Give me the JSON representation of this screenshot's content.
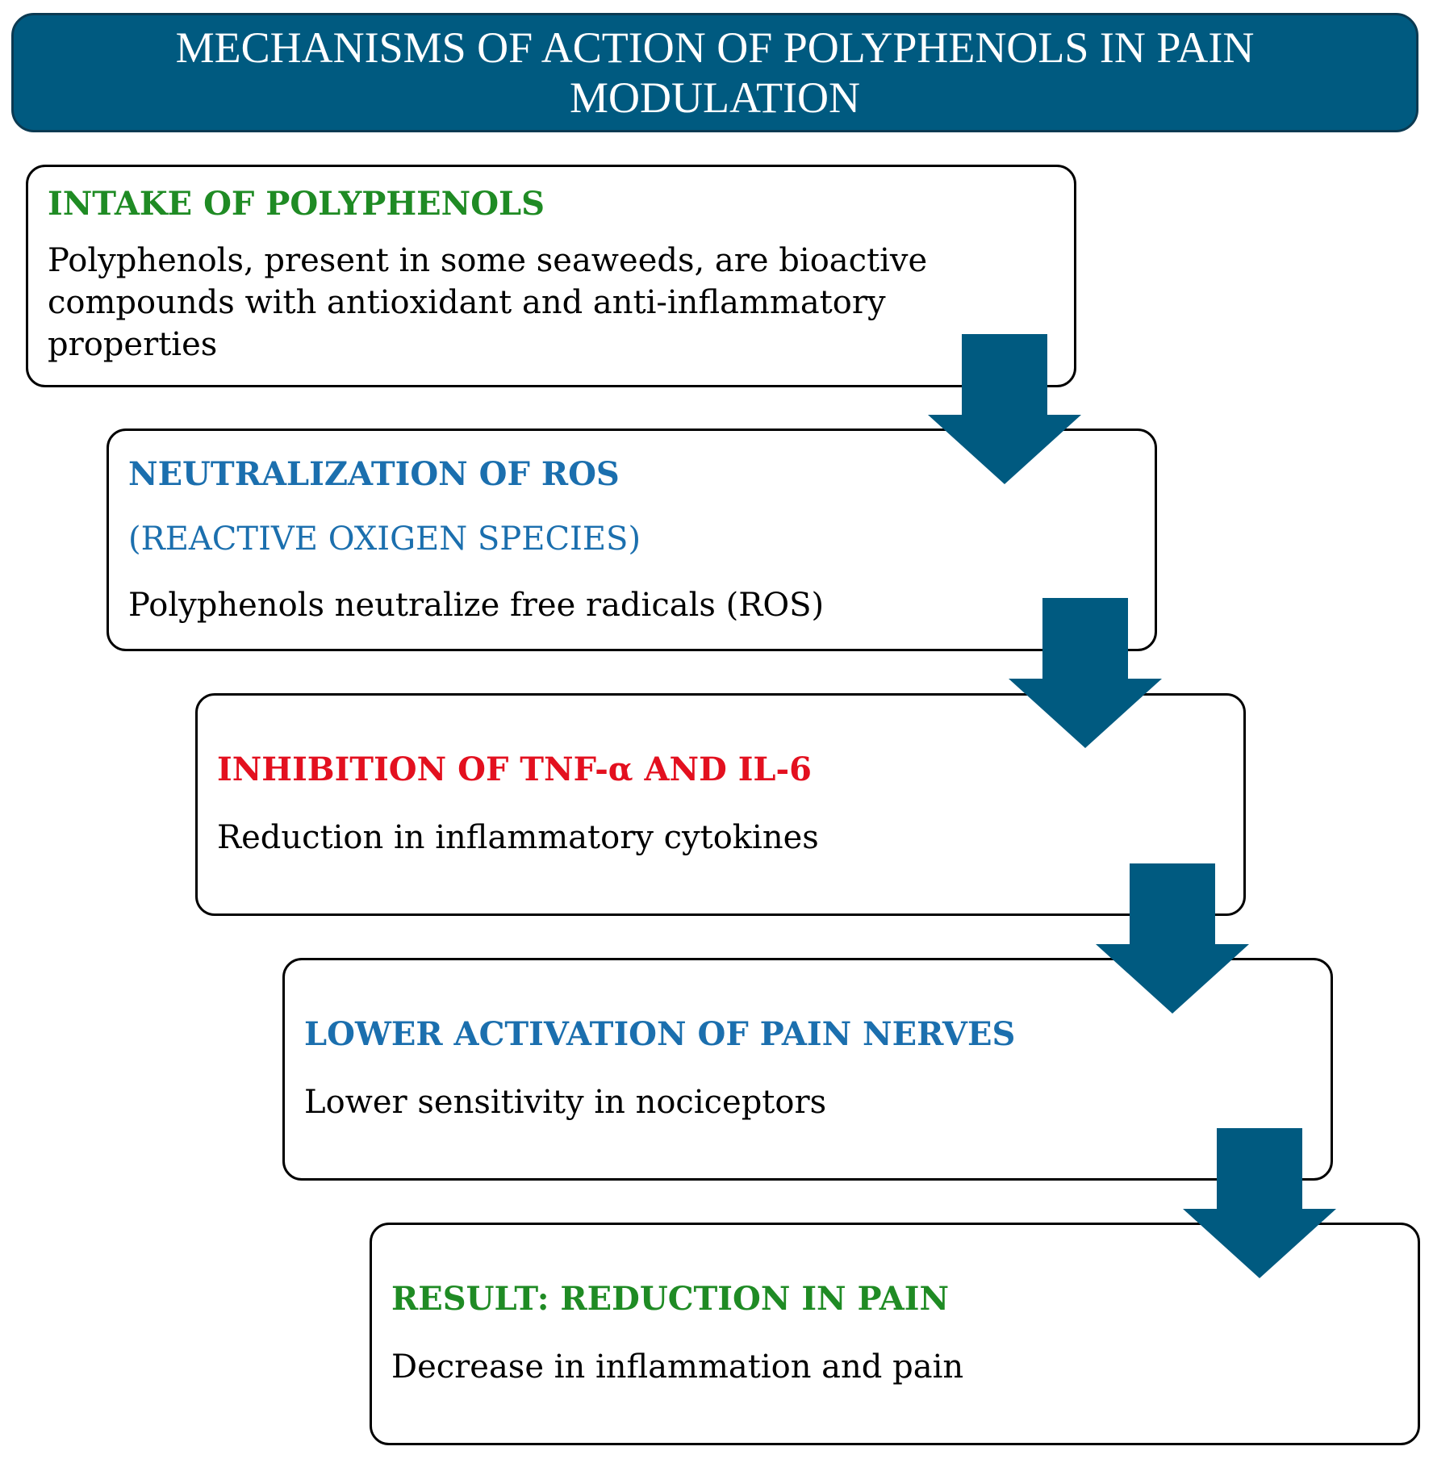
{
  "title": "MECHANISMS OF ACTION OF POLYPHENOLS IN PAIN MODULATION",
  "colors": {
    "banner": "#005a80",
    "arrow": "#005a80",
    "green_heading": "#1f8b24",
    "blue_heading": "#1b6fae",
    "red_heading": "#e3101f"
  },
  "steps": [
    {
      "heading": "INTAKE OF POLYPHENOLS",
      "description_lines": [
        "Polyphenols, present in some seaweeds, are bioactive",
        "compounds with antioxidant and anti-inflammatory",
        "properties"
      ]
    },
    {
      "heading": "NEUTRALIZATION OF ROS",
      "subheading": "(REACTIVE OXIGEN SPECIES)",
      "description": "Polyphenols neutralize free radicals (ROS)"
    },
    {
      "heading": "INHIBITION OF TNF-α AND IL-6",
      "description": "Reduction in inflammatory cytokines"
    },
    {
      "heading": "LOWER ACTIVATION OF PAIN NERVES",
      "description": "Lower sensitivity in nociceptors"
    },
    {
      "heading": "RESULT: REDUCTION IN PAIN",
      "description": "Decrease in inflammation and pain"
    }
  ]
}
